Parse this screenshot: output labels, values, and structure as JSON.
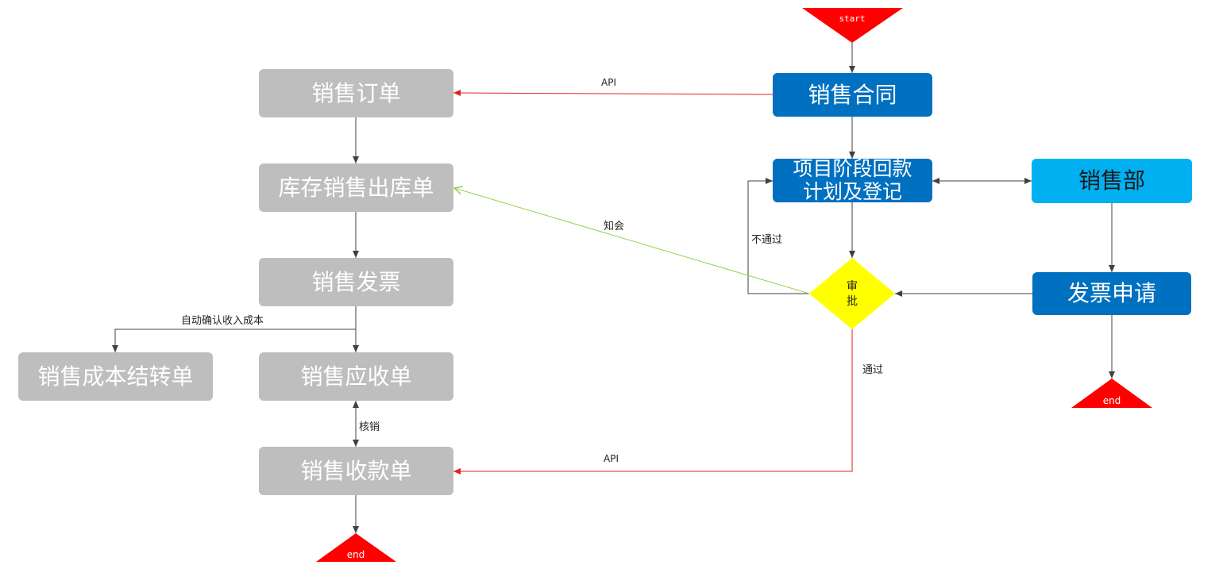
{
  "nodes": {
    "start": "start",
    "sales_contract": "销售合同",
    "project_plan": "项目阶段回款计划及登记",
    "sales_dept": "销售部",
    "approval": "审批",
    "invoice_request": "发票申请",
    "end_right": "end",
    "sales_order": "销售订单",
    "stock_out": "库存销售出库单",
    "sales_invoice": "销售发票",
    "cost_transfer": "销售成本结转单",
    "receivable": "销售应收单",
    "receipt": "销售收款单",
    "end_left": "end"
  },
  "edge_labels": {
    "api_top": "API",
    "api_bottom": "API",
    "notify": "知会",
    "reject": "不通过",
    "pass": "通过",
    "auto_confirm": "自动确认收入成本",
    "write_off": "核销"
  },
  "colors": {
    "grey_box": "#bebebe",
    "blue_box": "#0070c0",
    "cyan_box": "#00b0f0",
    "terminator": "#ff0000",
    "decision": "#ffff00",
    "api_line": "#e02020",
    "notify_line": "#92d050",
    "connector": "#404040"
  }
}
